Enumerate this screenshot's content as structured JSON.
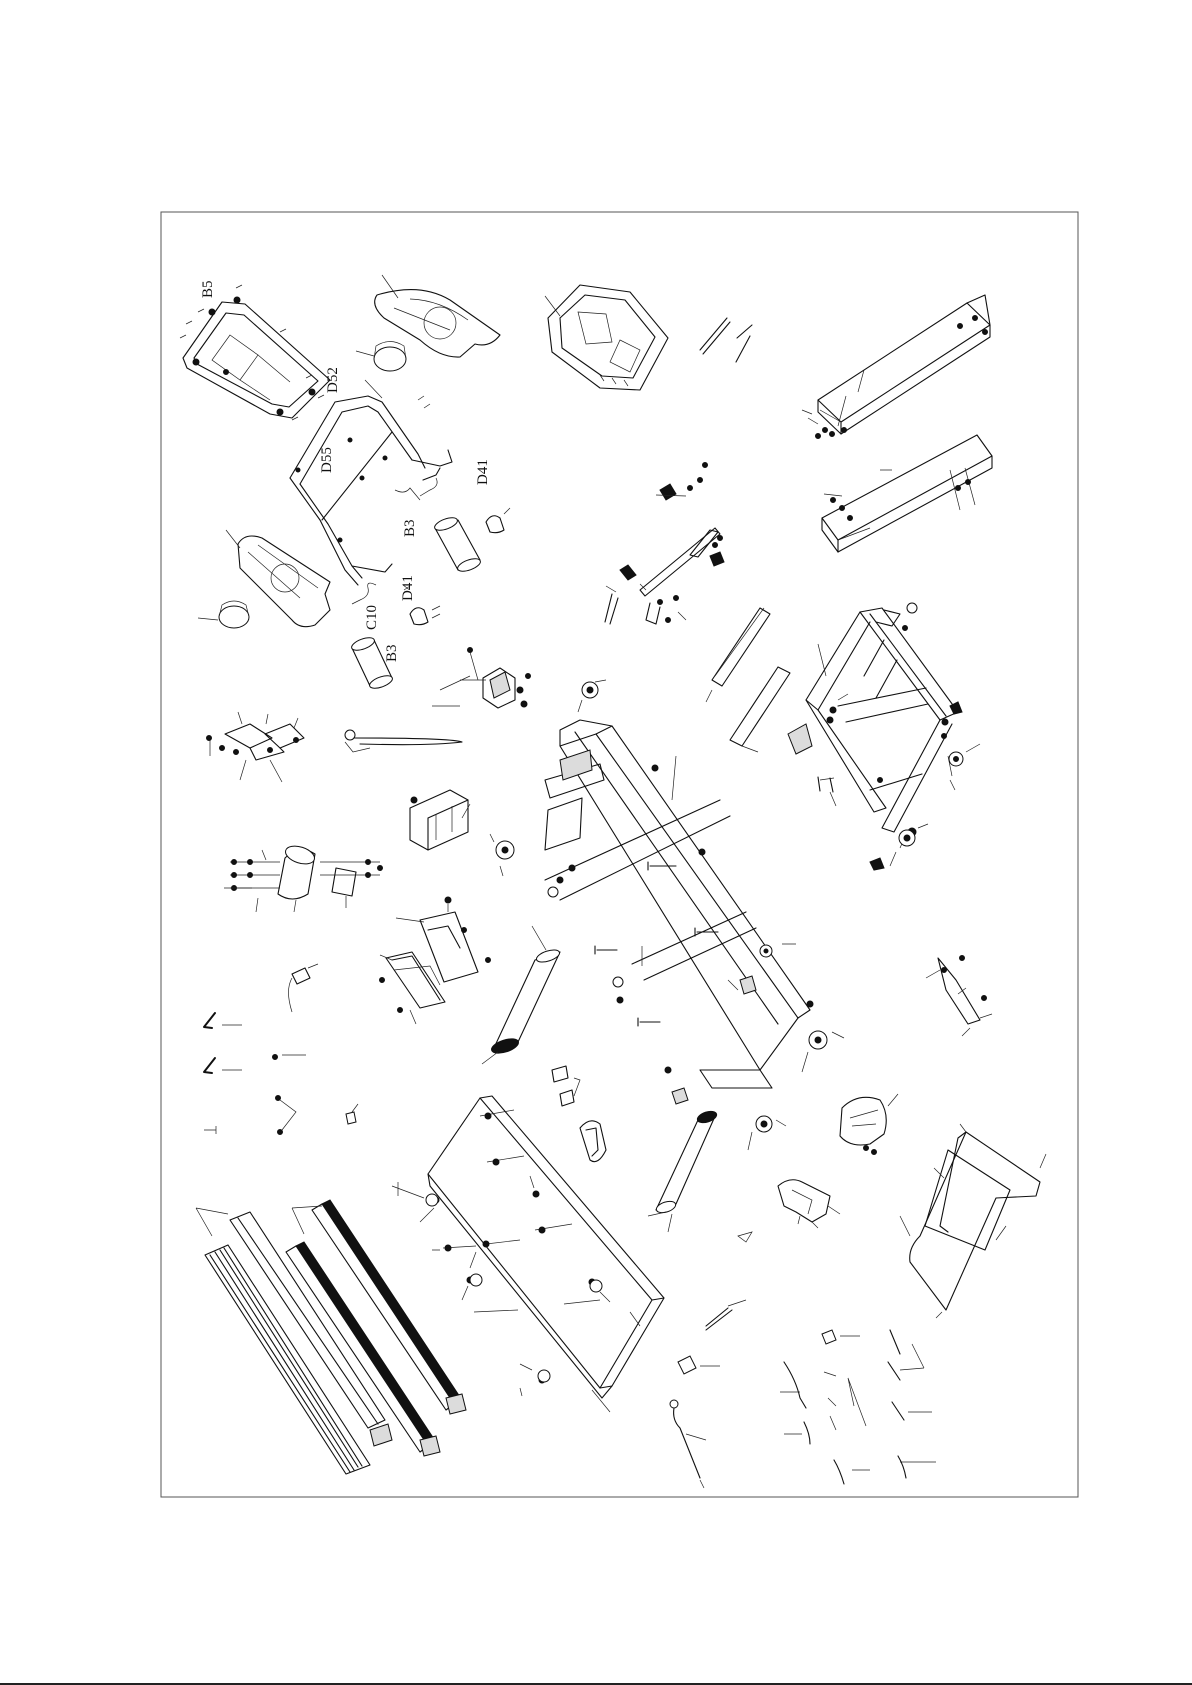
{
  "drawing": {
    "labels": {
      "b5": "B5",
      "d52": "D52",
      "d55": "D55",
      "d41_top": "D41",
      "b3_top": "B3",
      "d41_mid": "D41",
      "c10": "C10",
      "b3_bottom": "B3"
    }
  }
}
